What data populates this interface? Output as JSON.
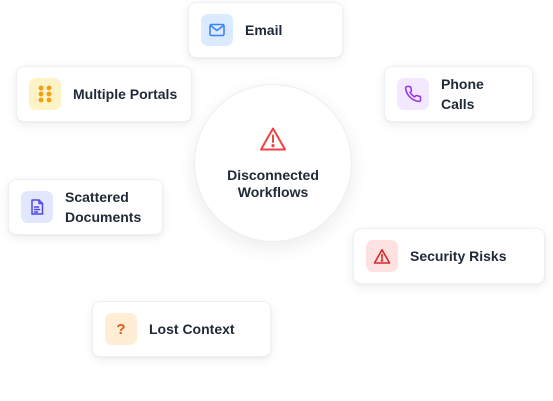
{
  "center": {
    "title": "Disconnected\nWorkflows",
    "icon": "warning-triangle-icon",
    "icon_color": "#ef4444"
  },
  "cards": {
    "email": {
      "label": "Email",
      "icon": "mail-icon",
      "color": "#3b82f6",
      "bg": "#dbeafe"
    },
    "portals": {
      "label": "Multiple Portals",
      "icon": "grid-dots-icon",
      "color": "#f59e0b",
      "bg": "#fef3c7"
    },
    "phone": {
      "label": "Phone Calls",
      "icon": "phone-icon",
      "color": "#9333ea",
      "bg": "#f3e8ff"
    },
    "documents": {
      "label": "Scattered\nDocuments",
      "icon": "document-icon",
      "color": "#4f46e5",
      "bg": "#e0e7ff"
    },
    "security": {
      "label": "Security Risks",
      "icon": "warning-triangle-icon",
      "color": "#dc2626",
      "bg": "#fee2e2"
    },
    "context": {
      "label": "Lost Context",
      "icon": "question-mark-icon",
      "color": "#ea580c",
      "bg": "#ffedd5"
    }
  }
}
